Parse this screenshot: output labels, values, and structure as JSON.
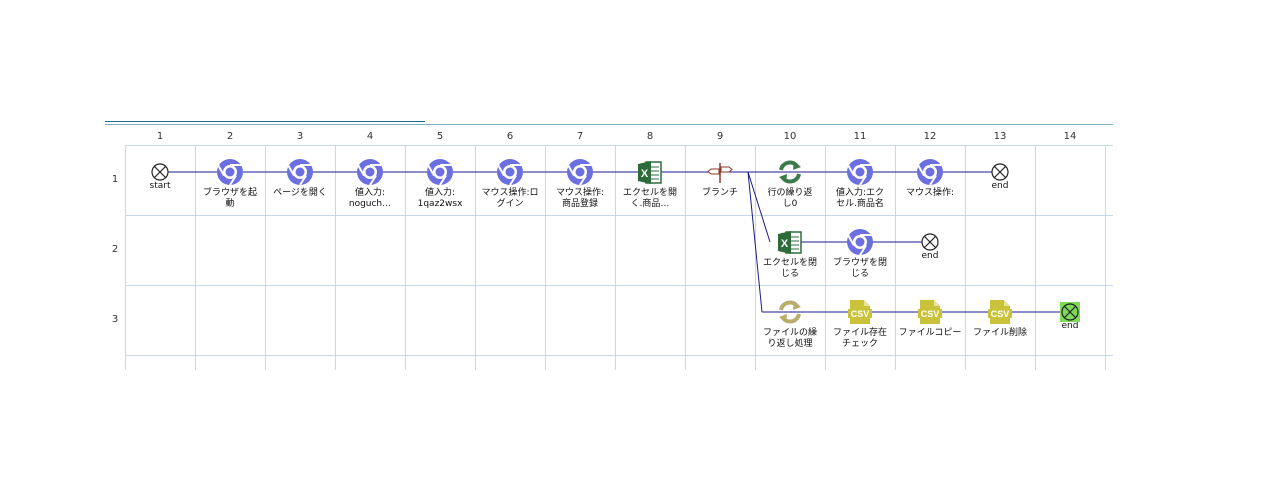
{
  "columns": [
    "1",
    "2",
    "3",
    "4",
    "5",
    "6",
    "7",
    "8",
    "9",
    "10",
    "11",
    "12",
    "13",
    "14"
  ],
  "rows": [
    "1",
    "2",
    "3"
  ],
  "colors": {
    "grid": "#c8d8ec",
    "connector": "#1a1a8c",
    "chrome": "#6b6fe0",
    "excel": "#2e6b3a",
    "loop": "#3d7a4a",
    "loop_muted": "#b7ad6c",
    "csv": "#c9c23a",
    "end_active": "#7ed957"
  },
  "nodes": [
    {
      "id": "n1",
      "row": 1,
      "col": 1,
      "type": "start",
      "label": "start"
    },
    {
      "id": "n2",
      "row": 1,
      "col": 2,
      "type": "chrome",
      "label": "ブラウザを起\n動"
    },
    {
      "id": "n3",
      "row": 1,
      "col": 3,
      "type": "chrome",
      "label": "ページを開く"
    },
    {
      "id": "n4",
      "row": 1,
      "col": 4,
      "type": "chrome",
      "label": "値入力:\nnoguch…"
    },
    {
      "id": "n5",
      "row": 1,
      "col": 5,
      "type": "chrome",
      "label": "値入力:\n1qaz2wsx"
    },
    {
      "id": "n6",
      "row": 1,
      "col": 6,
      "type": "chrome",
      "label": "マウス操作:ロ\nグイン"
    },
    {
      "id": "n7",
      "row": 1,
      "col": 7,
      "type": "chrome",
      "label": "マウス操作:\n商品登録"
    },
    {
      "id": "n8",
      "row": 1,
      "col": 8,
      "type": "excel",
      "label": "エクセルを開\nく.商品…"
    },
    {
      "id": "n9",
      "row": 1,
      "col": 9,
      "type": "branch",
      "label": "ブランチ"
    },
    {
      "id": "n10",
      "row": 1,
      "col": 10,
      "type": "loop",
      "label": "行の繰り返\nし0"
    },
    {
      "id": "n11",
      "row": 1,
      "col": 11,
      "type": "chrome",
      "label": "値入力:エク\nセル.商品名"
    },
    {
      "id": "n12",
      "row": 1,
      "col": 12,
      "type": "chrome",
      "label": "マウス操作:"
    },
    {
      "id": "n13",
      "row": 1,
      "col": 13,
      "type": "end",
      "label": "end"
    },
    {
      "id": "n14",
      "row": 2,
      "col": 10,
      "type": "excel",
      "label": "エクセルを閉\nじる"
    },
    {
      "id": "n15",
      "row": 2,
      "col": 11,
      "type": "chrome",
      "label": "ブラウザを閉\nじる"
    },
    {
      "id": "n16",
      "row": 2,
      "col": 12,
      "type": "end",
      "label": "end"
    },
    {
      "id": "n17",
      "row": 3,
      "col": 10,
      "type": "loop-muted",
      "label": "ファイルの繰\nり返し処理"
    },
    {
      "id": "n18",
      "row": 3,
      "col": 11,
      "type": "csv",
      "label": "ファイル存在\nチェック"
    },
    {
      "id": "n19",
      "row": 3,
      "col": 12,
      "type": "csv",
      "label": "ファイルコピー"
    },
    {
      "id": "n20",
      "row": 3,
      "col": 13,
      "type": "csv",
      "label": "ファイル削除"
    },
    {
      "id": "n21",
      "row": 3,
      "col": 14,
      "type": "end-active",
      "label": "end"
    }
  ],
  "icons": {
    "start": "start-circle-x-icon",
    "chrome": "chrome-browser-icon",
    "excel": "excel-icon",
    "branch": "branch-signpost-icon",
    "loop": "loop-arrows-icon",
    "loop-muted": "loop-arrows-icon",
    "csv": "csv-file-icon",
    "end": "end-circle-x-icon",
    "end-active": "end-circle-x-icon"
  }
}
